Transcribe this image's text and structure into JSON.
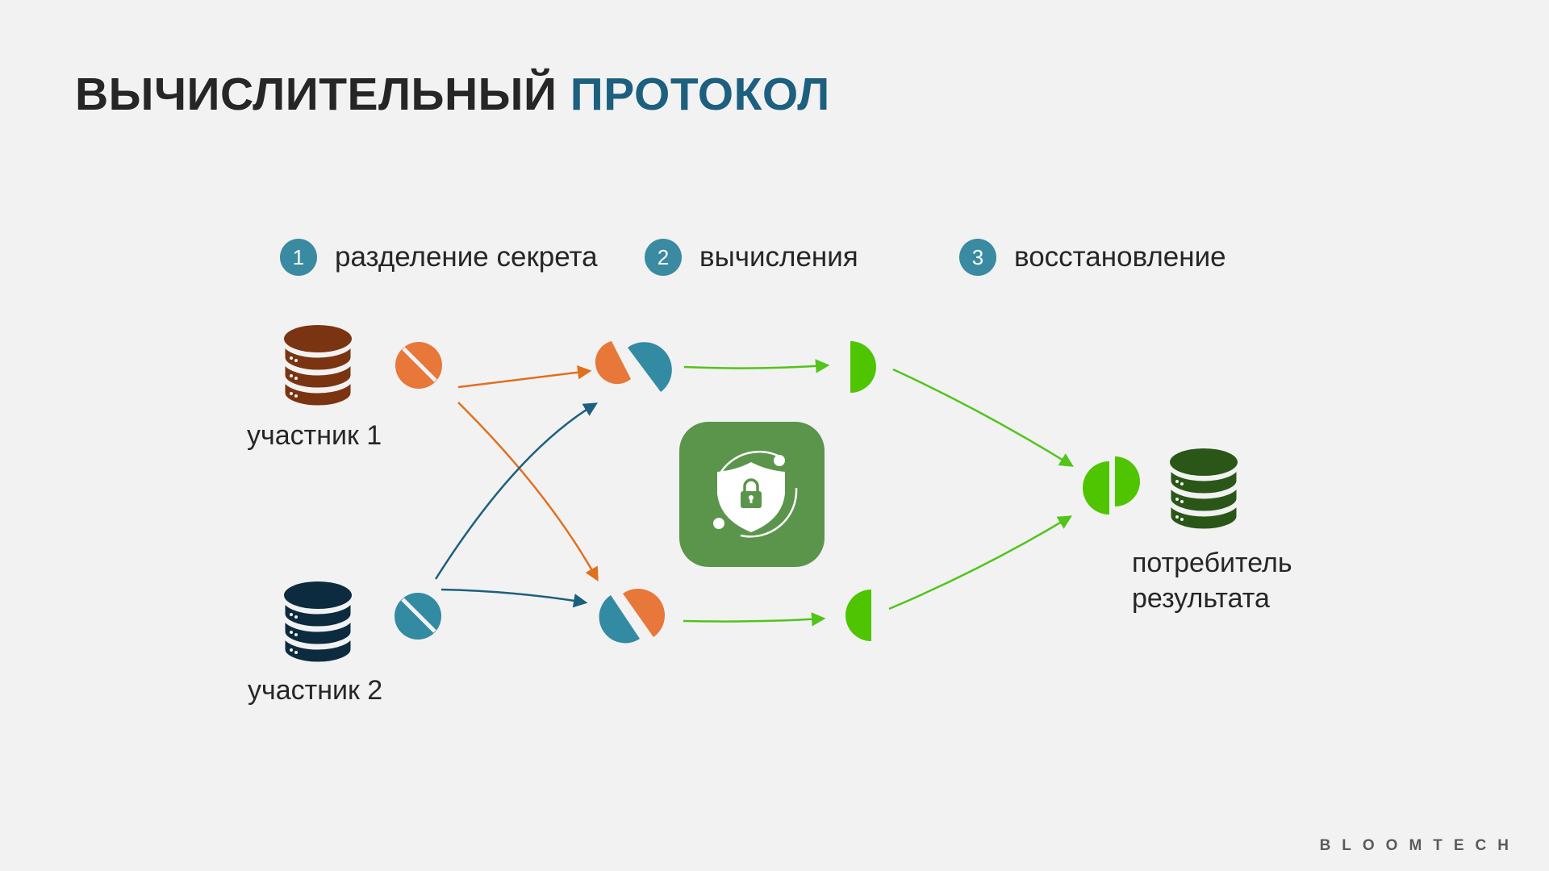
{
  "title": {
    "main": "ВЫЧИСЛИТЕЛЬНЫЙ",
    "accent": "ПРОТОКОЛ"
  },
  "steps": [
    {
      "num": "1",
      "label": "разделение секрета"
    },
    {
      "num": "2",
      "label": "вычисления"
    },
    {
      "num": "3",
      "label": "восстановление"
    }
  ],
  "participants": [
    {
      "label": "участник 1"
    },
    {
      "label": "участник 2"
    }
  ],
  "consumer": {
    "line1": "потребитель",
    "line2": "результата"
  },
  "logo": "BLOOMTECH",
  "colors": {
    "participant1": "#7a3412",
    "participant2": "#0d2b3e",
    "consumer": "#2a5717",
    "orange": "#e8773a",
    "teal": "#338aa3",
    "green": "#4fc400",
    "arrow_orange": "#e0701f",
    "arrow_blue": "#1d5f7e",
    "arrow_green": "#52c41a",
    "secure_box": "#5b944b"
  },
  "icons": [
    "database-icon",
    "pie-share-icon",
    "shield-lock-icon",
    "arrow-icon"
  ]
}
